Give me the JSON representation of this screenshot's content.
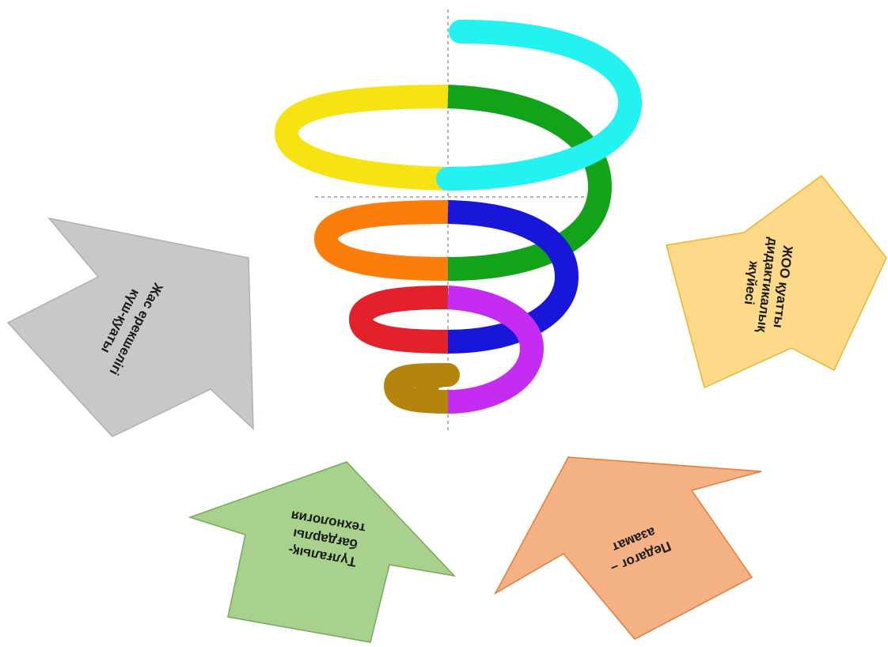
{
  "spiral": {
    "colors": {
      "cyan": "#22f2f0",
      "yellow": "#f8e312",
      "green": "#13a31a",
      "orange": "#fb7e0c",
      "blue": "#1817d9",
      "red": "#e3212b",
      "purple": "#c52cf1",
      "olive": "#b5840c"
    }
  },
  "arrows": {
    "grey": {
      "line1": "Жас ерекшелігі",
      "line2": "күш-қуаты",
      "fill": "#c8c8c8",
      "stroke": "#b0b0b0"
    },
    "yellow": {
      "line1": "ЖОО қуатты",
      "line2": "дидактикалық",
      "line3": "жүйесі",
      "fill": "#fdd98a",
      "stroke": "#e9b52e"
    },
    "green": {
      "line1": "Түлғалық-",
      "line2": "бағдарлы",
      "line3": "технология",
      "fill": "#a9d18e",
      "stroke": "#78a85a"
    },
    "orange": {
      "line1": "Педагог –",
      "line2": "азамат",
      "fill": "#f4b183",
      "stroke": "#e57b3a"
    }
  }
}
